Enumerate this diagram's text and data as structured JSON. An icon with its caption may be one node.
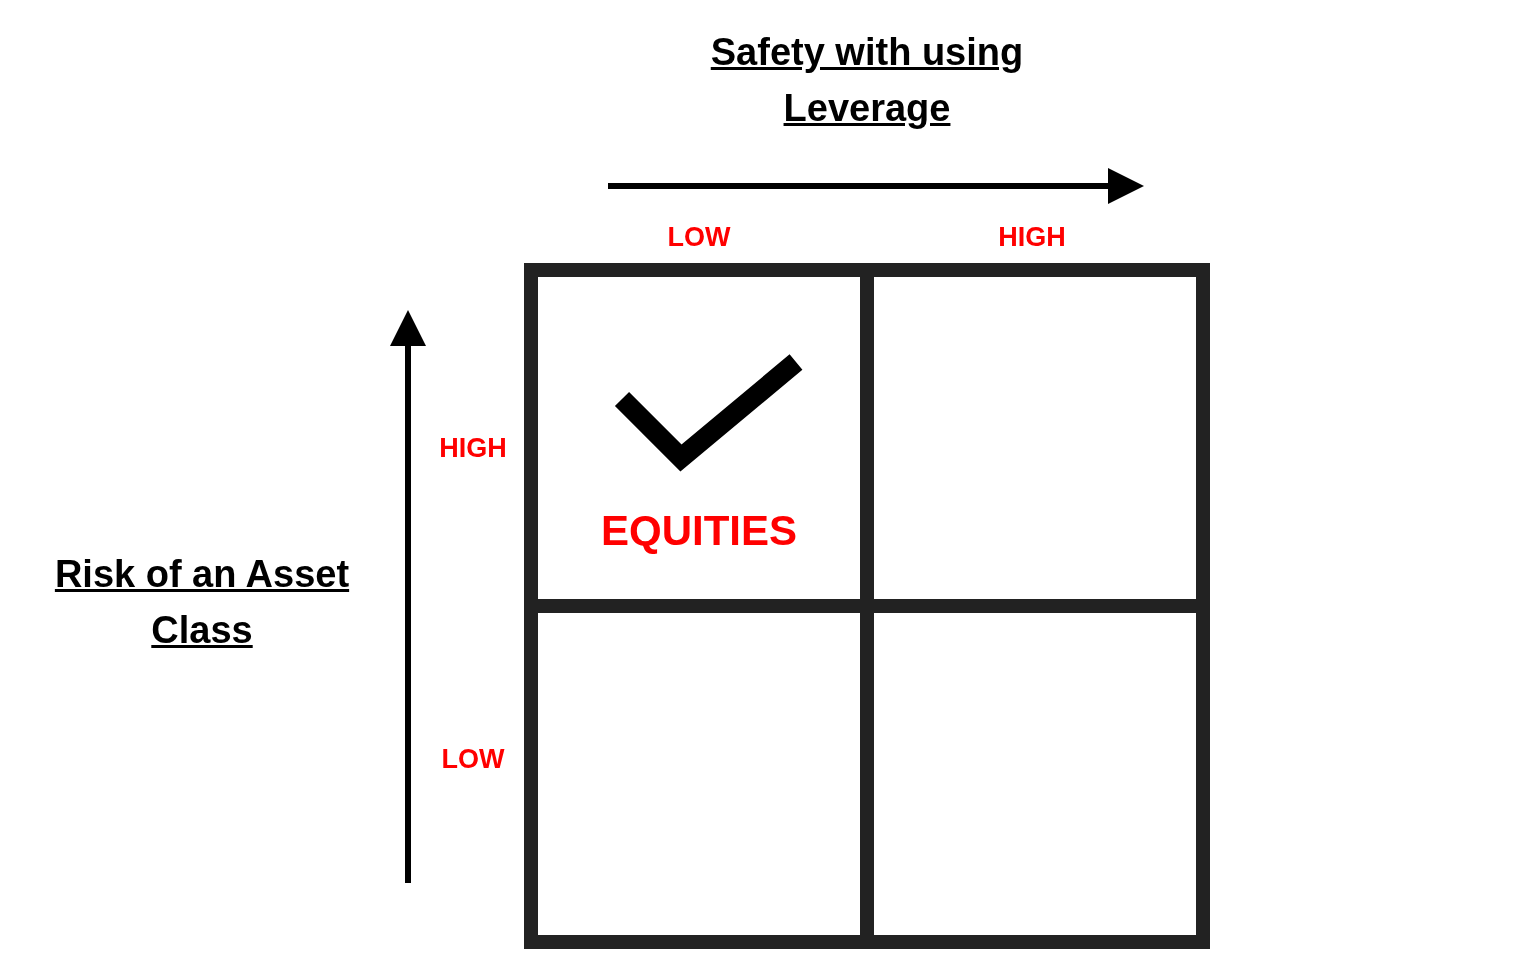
{
  "diagram": {
    "nodes": [
      {
        "text": [
          "EQUITIES"
        ]
      },
      {
        "text": [],
        "shape": "box"
      },
      {
        "text": [],
        "shape": "box"
      },
      {
        "text": [],
        "shape": "box"
      }
    ],
    "edges": [],
    "labels": [
      "Safety with using Leverage",
      "LOW",
      "HIGH",
      "HIGH",
      "Risk of an Asset Class",
      "LOW"
    ]
  }
}
